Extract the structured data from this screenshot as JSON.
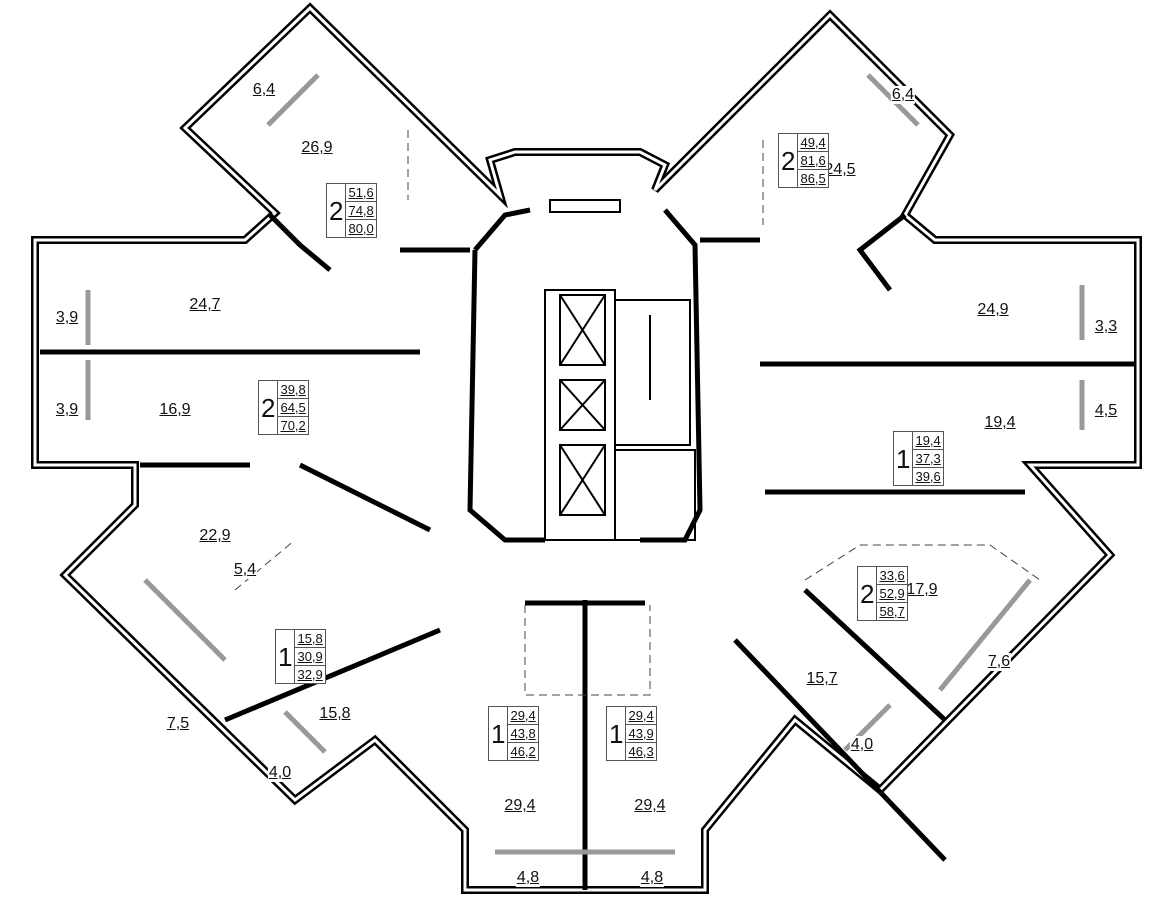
{
  "plan": {
    "title": "Floor plan",
    "wall_color": "#000000",
    "window_color": "#bbbbbb",
    "areas": [
      {
        "id": "balcony-nw",
        "label": "6,4"
      },
      {
        "id": "room-nw",
        "label": "26,9"
      },
      {
        "id": "room-w-upper",
        "label": "24,7"
      },
      {
        "id": "balcony-w-upper",
        "label": "3,9"
      },
      {
        "id": "balcony-w-lower",
        "label": "3,9"
      },
      {
        "id": "room-w-lower",
        "label": "16,9"
      },
      {
        "id": "room-sw",
        "label": "22,9"
      },
      {
        "id": "kitchen-sw",
        "label": "5,4"
      },
      {
        "id": "balcony-sw",
        "label": "7,5"
      },
      {
        "id": "room-ssw",
        "label": "15,8"
      },
      {
        "id": "balcony-ssw",
        "label": "4,0"
      },
      {
        "id": "room-s-left",
        "label": "29,4"
      },
      {
        "id": "balcony-s-left",
        "label": "4,8"
      },
      {
        "id": "room-s-right",
        "label": "29,4"
      },
      {
        "id": "balcony-s-right",
        "label": "4,8"
      },
      {
        "id": "room-sse",
        "label": "15,7"
      },
      {
        "id": "balcony-sse",
        "label": "4,0"
      },
      {
        "id": "balcony-se",
        "label": "7,6"
      },
      {
        "id": "room-se",
        "label": "17,9"
      },
      {
        "id": "room-e-lower",
        "label": "19,4"
      },
      {
        "id": "balcony-e-lower",
        "label": "4,5"
      },
      {
        "id": "room-e-upper",
        "label": "24,9"
      },
      {
        "id": "balcony-e-upper",
        "label": "3,3"
      },
      {
        "id": "room-ne",
        "label": "24,5"
      },
      {
        "id": "balcony-ne",
        "label": "6,4"
      }
    ],
    "apartments": [
      {
        "id": "apt-nw",
        "rooms": "2",
        "living": "51,6",
        "total": "74,8",
        "total_with_balcony": "80,0"
      },
      {
        "id": "apt-ne",
        "rooms": "2",
        "living": "49,4",
        "total": "81,6",
        "total_with_balcony": "86,5"
      },
      {
        "id": "apt-w",
        "rooms": "2",
        "living": "39,8",
        "total": "64,5",
        "total_with_balcony": "70,2"
      },
      {
        "id": "apt-e",
        "rooms": "1",
        "living": "19,4",
        "total": "37,3",
        "total_with_balcony": "39,6"
      },
      {
        "id": "apt-sw",
        "rooms": "1",
        "living": "15,8",
        "total": "30,9",
        "total_with_balcony": "32,9"
      },
      {
        "id": "apt-se",
        "rooms": "2",
        "living": "33,6",
        "total": "52,9",
        "total_with_balcony": "58,7"
      },
      {
        "id": "apt-s-left",
        "rooms": "1",
        "living": "29,4",
        "total": "43,8",
        "total_with_balcony": "46,2"
      },
      {
        "id": "apt-s-right",
        "rooms": "1",
        "living": "29,4",
        "total": "43,9",
        "total_with_balcony": "46,3"
      }
    ]
  }
}
